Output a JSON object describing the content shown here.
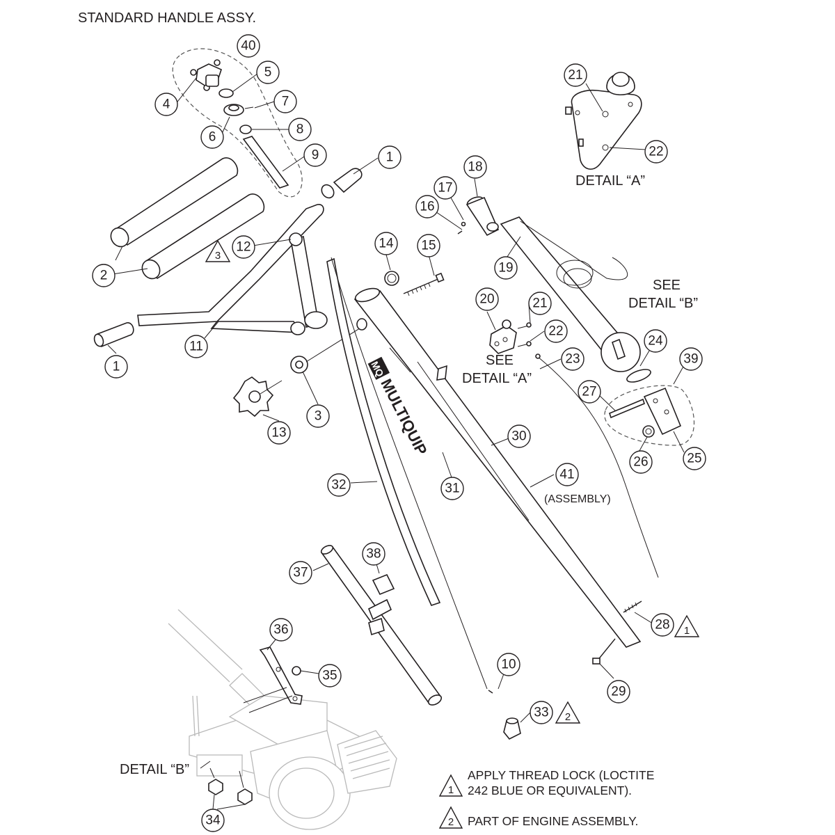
{
  "title": "STANDARD HANDLE  ASSY.",
  "detail_a_label": "DETAIL “A”",
  "see_detail_a": [
    "SEE",
    "DETAIL “A”"
  ],
  "see_detail_b": [
    "SEE",
    "DETAIL “B”"
  ],
  "detail_b_label": "DETAIL “B”",
  "assembly_label": "(ASSEMBLY)",
  "brand_text": "MULTIQUIP",
  "brand_logo": "MQ",
  "callouts": {
    "p1a": "1",
    "p1b": "1",
    "p2": "2",
    "p3": "3",
    "p4": "4",
    "p5": "5",
    "p6": "6",
    "p7": "7",
    "p8": "8",
    "p9": "9",
    "p10": "10",
    "p11": "11",
    "p12": "12",
    "p13": "13",
    "p14": "14",
    "p15": "15",
    "p16": "16",
    "p17": "17",
    "p18": "18",
    "p19": "19",
    "p20": "20",
    "p21a": "21",
    "p21b": "21",
    "p22a": "22",
    "p22b": "22",
    "p23": "23",
    "p24": "24",
    "p25": "25",
    "p26": "26",
    "p27": "27",
    "p28": "28",
    "p29": "29",
    "p30": "30",
    "p31": "31",
    "p32": "32",
    "p33": "33",
    "p34": "34",
    "p35": "35",
    "p36": "36",
    "p37": "37",
    "p38": "38",
    "p39": "39",
    "p40": "40",
    "p41": "41"
  },
  "warnings": {
    "w12": "3",
    "w28": "1",
    "w33": "2"
  },
  "notes": [
    {
      "symbol": "1",
      "lines": [
        "APPLY THREAD LOCK (LOCTITE",
        "242 BLUE OR EQUIVALENT)."
      ]
    },
    {
      "symbol": "2",
      "lines": [
        "PART OF ENGINE ASSEMBLY."
      ]
    }
  ]
}
